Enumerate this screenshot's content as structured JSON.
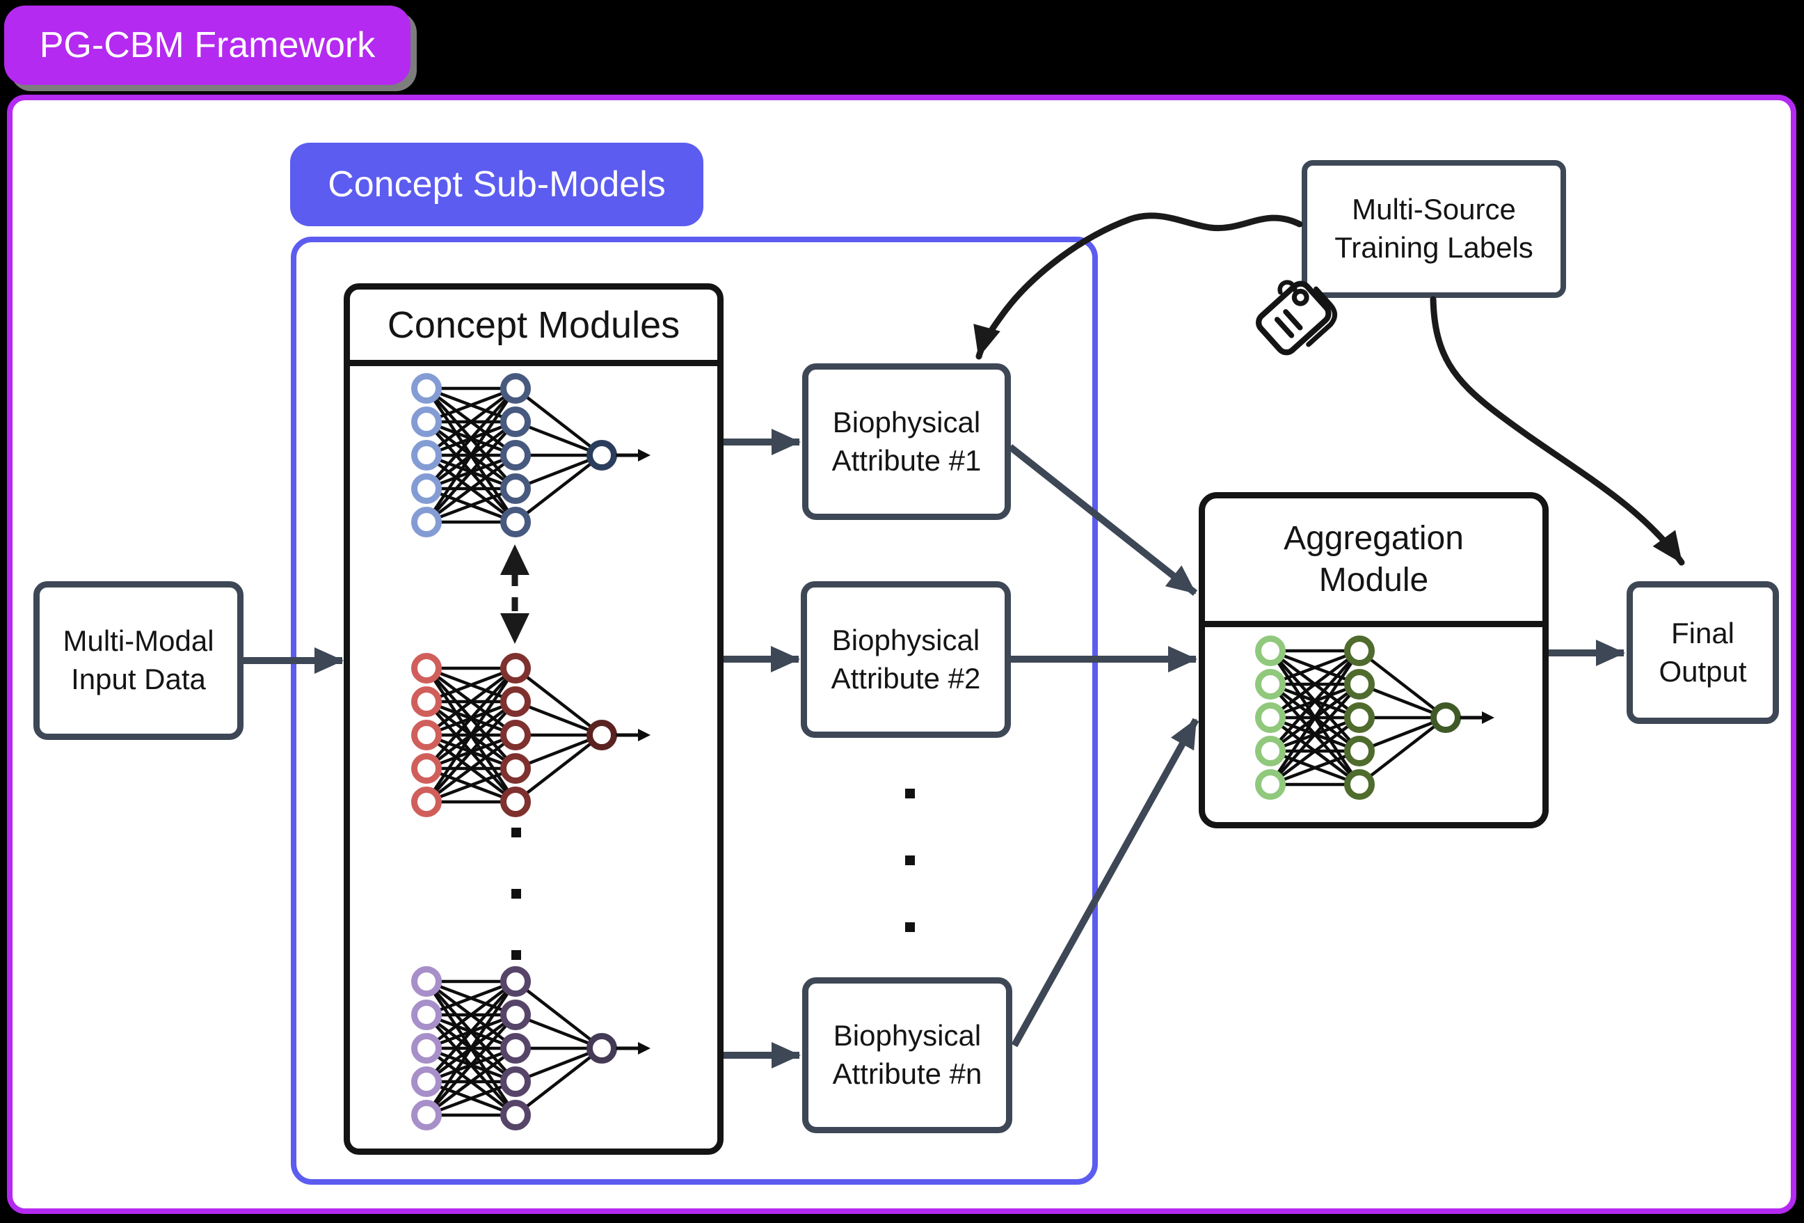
{
  "title_badge": {
    "label": "PG-CBM Framework"
  },
  "submodels_badge": {
    "label": "Concept Sub-Models"
  },
  "concept_modules": {
    "title": "Concept Modules"
  },
  "input_box": {
    "label": "Multi-Modal\nInput Data"
  },
  "attributes": {
    "a1": {
      "label": "Biophysical\nAttribute #1"
    },
    "a2": {
      "label": "Biophysical\nAttribute #2"
    },
    "an": {
      "label": "Biophysical\nAttribute #n"
    }
  },
  "training_box": {
    "label": "Multi-Source\nTraining Labels"
  },
  "aggregation": {
    "title": "Aggregation\nModule"
  },
  "final_box": {
    "label": "Final\nOutput"
  },
  "networks": {
    "concept_1": {
      "name": "concept-network-1",
      "input": "#849cd4",
      "hidden": "#47597e",
      "out": "#2b3d5c"
    },
    "concept_2": {
      "name": "concept-network-2",
      "input": "#d05f5c",
      "hidden": "#7e312e",
      "out": "#5a2220"
    },
    "concept_3": {
      "name": "concept-network-3",
      "input": "#a78fc9",
      "hidden": "#564568",
      "out": "#443a55"
    },
    "aggregation_net": {
      "name": "aggregation-network",
      "input": "#90c87c",
      "hidden": "#4f6b2d",
      "out": "#3f5a26"
    }
  },
  "colors": {
    "magenta": "#b42af0",
    "indigo": "#5c5cf0",
    "slate": "#3d4755",
    "ink": "#141414"
  }
}
